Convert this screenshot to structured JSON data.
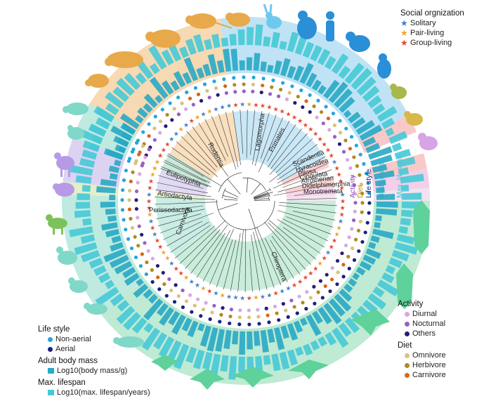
{
  "clades": [
    {
      "name": "Rodentia",
      "color": "#f7d9b3",
      "start": -162,
      "end": -98
    },
    {
      "name": "Lagomorpha",
      "color": "#bfe3f5",
      "start": -98,
      "end": -72
    },
    {
      "name": "Primates",
      "color": "#bfe3f5",
      "start": -72,
      "end": -28
    },
    {
      "name": "Scandentia",
      "color": "#f9c9c9",
      "start": -28,
      "end": -22
    },
    {
      "name": "Hyracoidea",
      "color": "#ffffff",
      "start": -22,
      "end": -19
    },
    {
      "name": "Pilosa",
      "color": "#ffffff",
      "start": -19,
      "end": -17
    },
    {
      "name": "Cingulata",
      "color": "#ffffff",
      "start": -17,
      "end": -15
    },
    {
      "name": "Afrotherian",
      "color": "#f9c9c9",
      "start": -15,
      "end": -10
    },
    {
      "name": "Didelphimorphia",
      "color": "#f3cfe9",
      "start": -10,
      "end": -4
    },
    {
      "name": "Monotremata",
      "color": "#f0e3ef",
      "start": -4,
      "end": 0
    },
    {
      "name": "Chiroptera",
      "color": "#bfead3",
      "start": 0,
      "end": 142
    },
    {
      "name": "Carnivora",
      "color": "#bfeae0",
      "start": 142,
      "end": 182
    },
    {
      "name": "Perissodactyla",
      "color": "#e3efc8",
      "start": 182,
      "end": 186
    },
    {
      "name": "Artiodactyla",
      "color": "#dcd3f2",
      "start": 186,
      "end": 200
    },
    {
      "name": "Eulipotyphla",
      "color": "#bfeae0",
      "start": 200,
      "end": 212
    }
  ],
  "clade_labels": {
    "rodentia": "Rodentia",
    "lagomorpha": "Lagomorpha",
    "primates": "Primates",
    "scandentia": "Scandentia",
    "hyracoidea": "Hyracoidea",
    "pilosa": "Pilosa",
    "cingulata": "Cingulata",
    "afrotherian": "Afrotherian",
    "didelphimorphia": "Didelphimorphia",
    "monotremata": "Monotremata",
    "chiroptera": "Chiroptera",
    "carnivora": "Carnivora",
    "perissodactyla": "Perissodactyla",
    "artiodactyla": "Artiodactyla",
    "eulipotyphla": "Eulipotyphla"
  },
  "ring_labels": {
    "activity": "Activity",
    "diet": "Diet",
    "life_style": "Life style",
    "body_mass": "Body mass",
    "max_lifespan": "Max. lifespan"
  },
  "social": {
    "title": "Social orgnization",
    "items": [
      {
        "label": "Solitary",
        "color": "#3f7fc9"
      },
      {
        "label": "Pair-living",
        "color": "#f0a22a"
      },
      {
        "label": "Group-living",
        "color": "#e8452c"
      }
    ]
  },
  "life_style": {
    "title": "Life style",
    "items": [
      {
        "label": "Non-aerial",
        "color": "#24a6d9"
      },
      {
        "label": "Aerial",
        "color": "#1a237e"
      }
    ]
  },
  "body_mass": {
    "title": "Adult body mass",
    "label": "Log10(body mass/g)",
    "color": "#28a9c4"
  },
  "lifespan": {
    "title": "Max. lifespan",
    "label": "Log10(max. lifespan/years)",
    "color": "#46c9d6"
  },
  "activity": {
    "title": "Activity",
    "items": [
      {
        "label": "Diurnal",
        "color": "#d8a8e0"
      },
      {
        "label": "Nocturnal",
        "color": "#9a5fc4"
      },
      {
        "label": "Others",
        "color": "#2a1a78"
      }
    ]
  },
  "diet": {
    "title": "Diet",
    "items": [
      {
        "label": "Omnivore",
        "color": "#d9c27a"
      },
      {
        "label": "Herbivore",
        "color": "#b08a1e"
      },
      {
        "label": "Carnivore",
        "color": "#d9661a"
      }
    ]
  },
  "colors": {
    "tree": "#333333",
    "silhouette_rodent": "#e8a94a",
    "silhouette_primate": "#2a8fd6",
    "silhouette_bat": "#5fd19a",
    "silhouette_carnivore": "#7fd8c8",
    "silhouette_ungulate": "#b79ae6",
    "silhouette_horse": "#7cc25a"
  }
}
